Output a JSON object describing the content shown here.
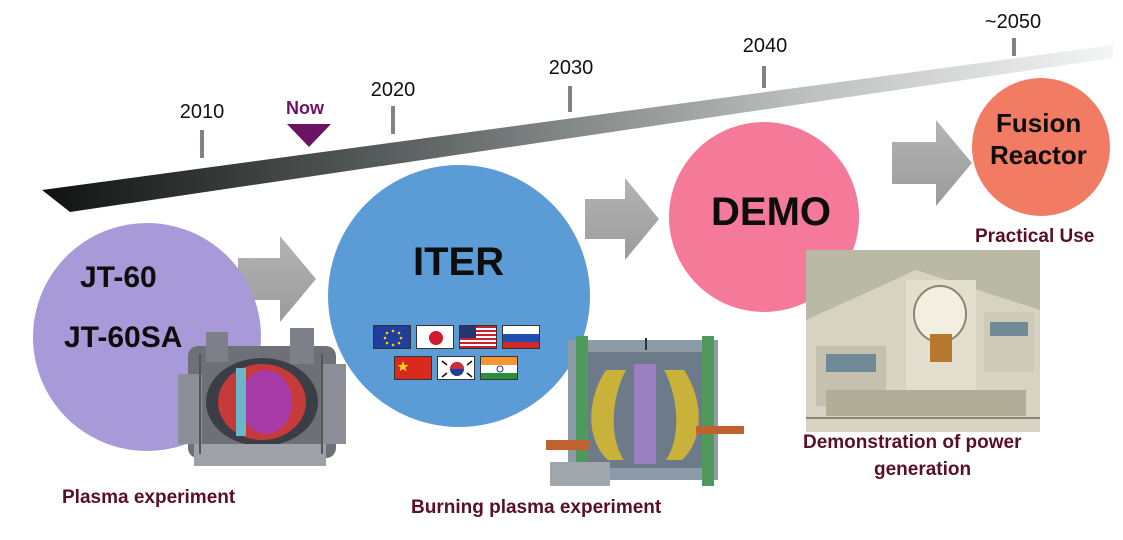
{
  "timeline": {
    "years": [
      {
        "label": "2010"
      },
      {
        "label": "2020"
      },
      {
        "label": "2030"
      },
      {
        "label": "2040"
      },
      {
        "label": "~2050"
      }
    ],
    "now_label": "Now",
    "now_color": "#6b1463"
  },
  "stages": {
    "jt60": {
      "line1": "JT-60",
      "line2": "JT-60SA",
      "open_glyph": "",
      "close_glyph": "",
      "color": "#a89ad8",
      "caption": "Plasma experiment"
    },
    "iter": {
      "title": "ITER",
      "color": "#5c9cd6",
      "caption": "Burning plasma experiment"
    },
    "demo": {
      "title": "DEMO",
      "color": "#f57a9a",
      "caption_line1": "Demonstration of power",
      "caption_line2": "generation"
    },
    "reactor": {
      "line1": "Fusion",
      "line2": "Reactor",
      "color": "#f27c63",
      "caption": "Practical Use"
    }
  },
  "colors": {
    "caption": "#5a0f28",
    "arrow": "#a6a6a6"
  }
}
